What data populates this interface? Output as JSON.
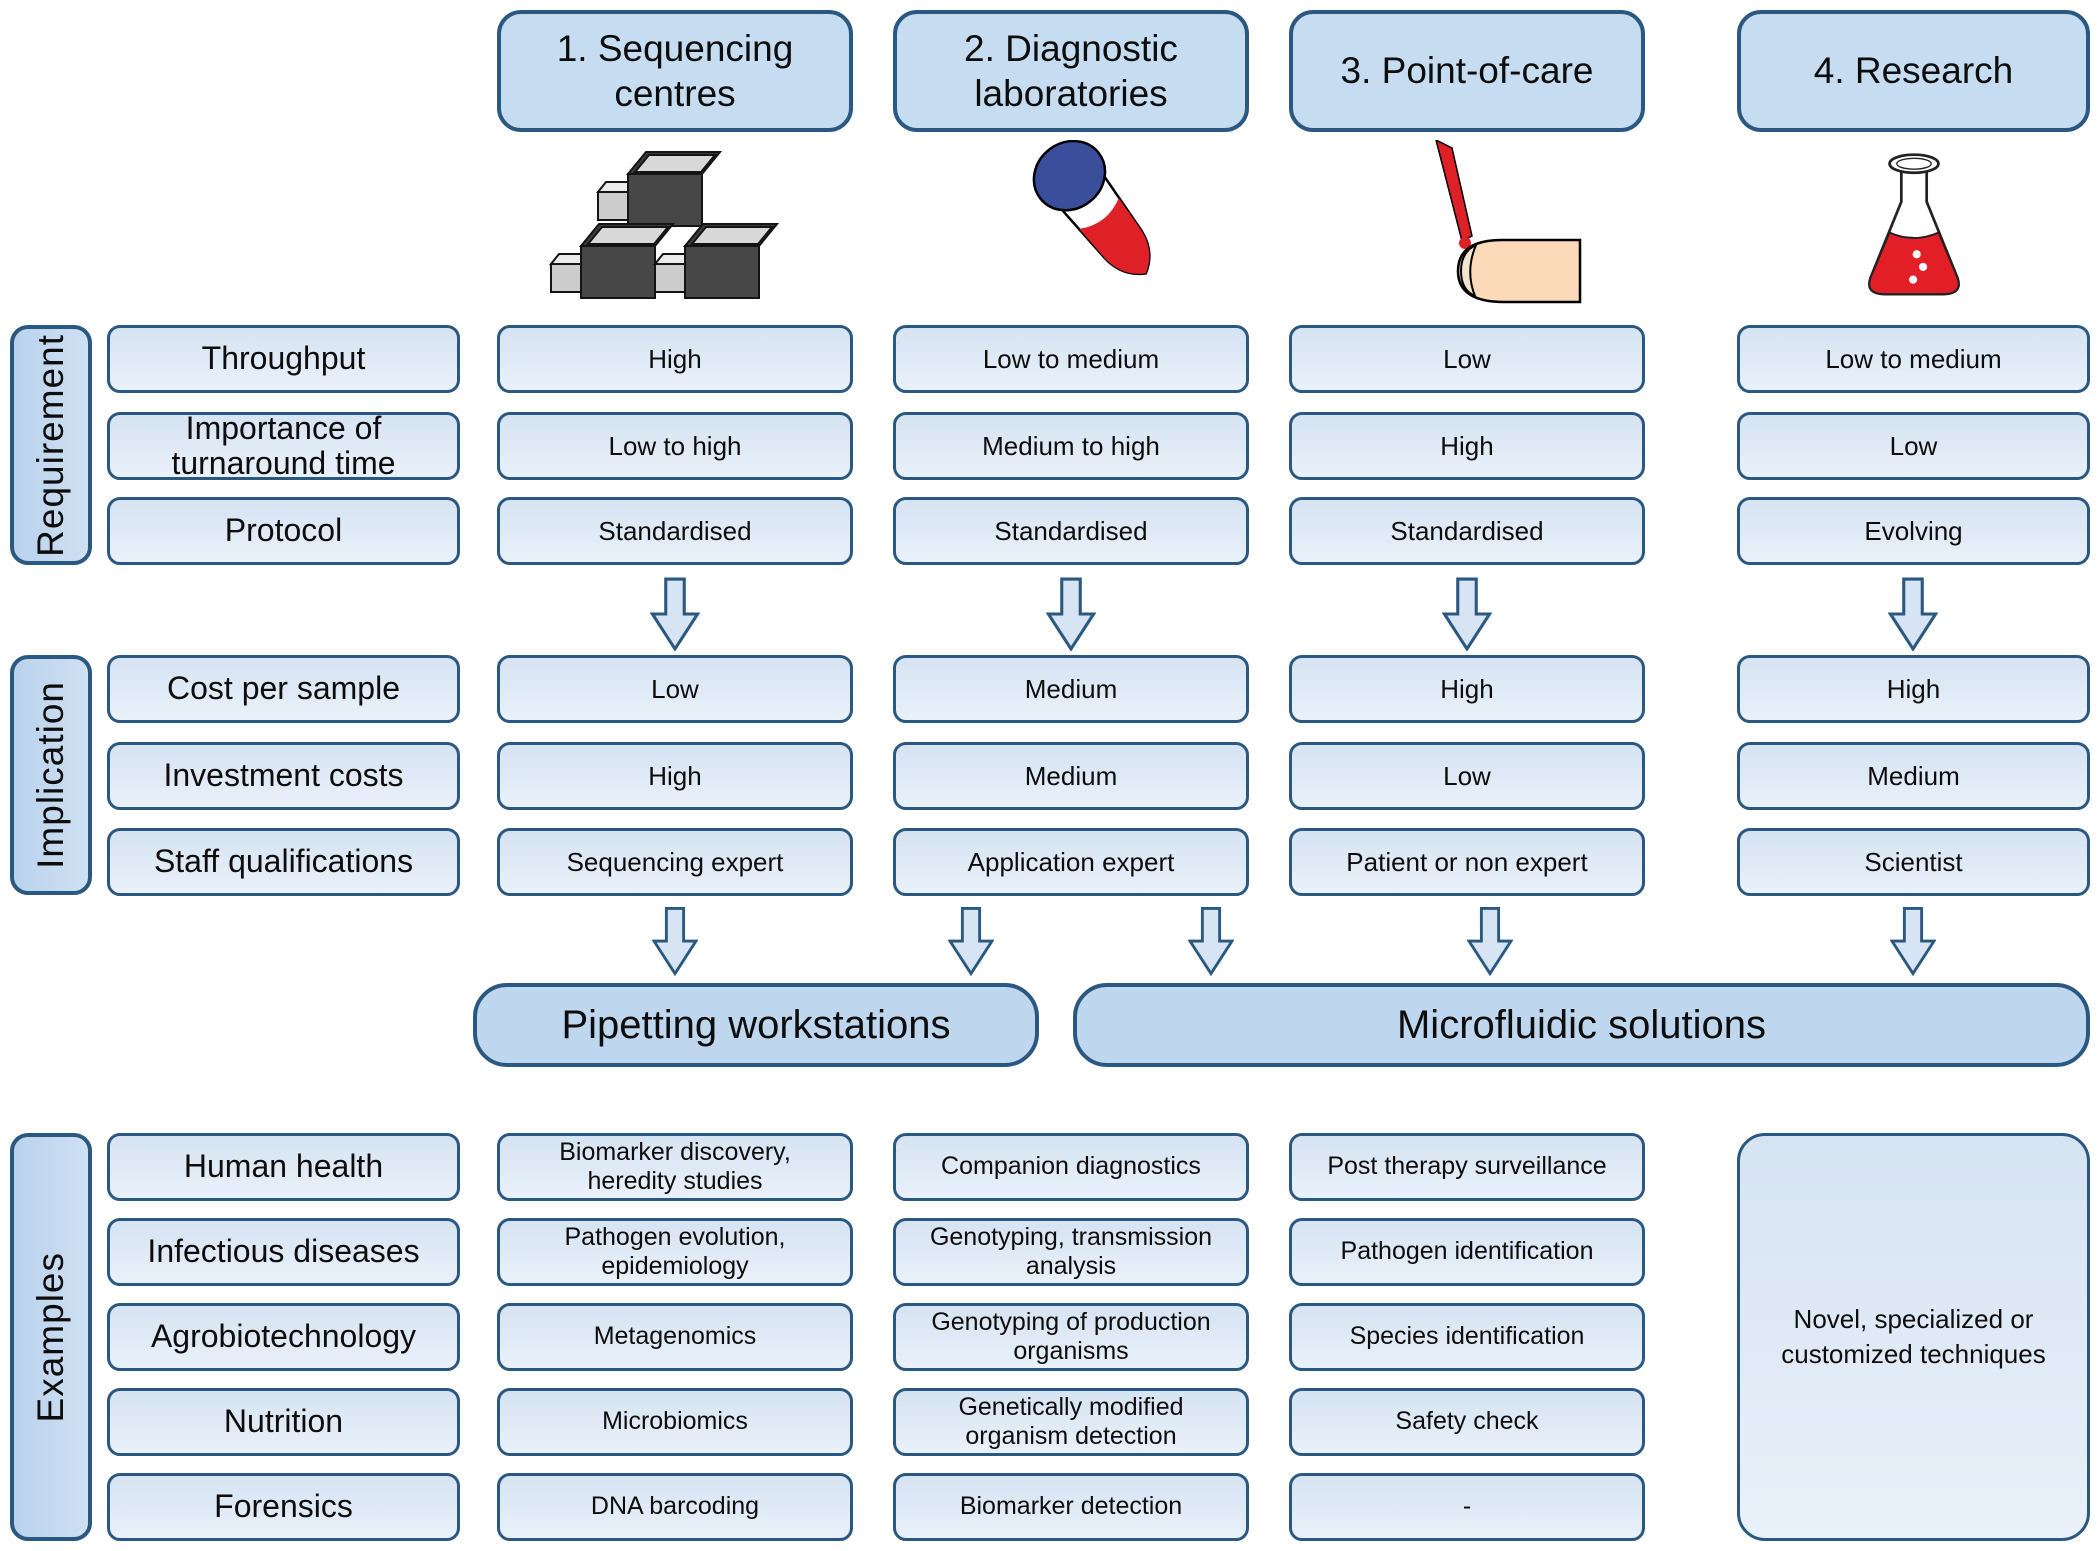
{
  "figure": {
    "description": "Comparison of four sequencing application settings with requirements, implications, liquid-handling solutions and examples"
  },
  "sections": {
    "requirement": {
      "label": "Requirement",
      "rows": [
        "Throughput",
        "Importance of turnaround time",
        "Protocol"
      ]
    },
    "implication": {
      "label": "Implication",
      "rows": [
        "Cost per sample",
        "Investment costs",
        "Staff qualifications"
      ]
    },
    "examples": {
      "label": "Examples",
      "rows": [
        "Human health",
        "Infectious diseases",
        "Agrobiotechnology",
        "Nutrition",
        "Forensics"
      ]
    }
  },
  "columns": [
    {
      "title": "1. Sequencing centres",
      "icon": "sequencing-machines-icon",
      "requirement": [
        "High",
        "Low to high",
        "Standardised"
      ],
      "implication": [
        "Low",
        "High",
        "Sequencing expert"
      ],
      "examples": [
        "Biomarker discovery, heredity studies",
        "Pathogen evolution, epidemiology",
        "Metagenomics",
        "Microbiomics",
        "DNA barcoding"
      ]
    },
    {
      "title": "2. Diagnostic laboratories",
      "icon": "sample-tube-icon",
      "requirement": [
        "Low to medium",
        "Medium to high",
        "Standardised"
      ],
      "implication": [
        "Medium",
        "Medium",
        "Application expert"
      ],
      "examples": [
        "Companion diagnostics",
        "Genotyping, transmission analysis",
        "Genotyping of production organisms",
        "Genetically modified organism detection",
        "Biomarker detection"
      ]
    },
    {
      "title": "3. Point-of-care",
      "icon": "finger-prick-icon",
      "requirement": [
        "Low",
        "High",
        "Standardised"
      ],
      "implication": [
        "High",
        "Low",
        "Patient or non expert"
      ],
      "examples": [
        "Post therapy surveillance",
        "Pathogen identification",
        "Species identification",
        "Safety check",
        "-"
      ]
    },
    {
      "title": "4. Research",
      "icon": "erlenmeyer-flask-icon",
      "requirement": [
        "Low to medium",
        "Low",
        "Evolving"
      ],
      "implication": [
        "High",
        "Medium",
        "Scientist"
      ],
      "examples_merged": "Novel, specialized or customized techniques"
    }
  ],
  "solutions": [
    {
      "label": "Pipetting workstations"
    },
    {
      "label": "Microfluidic solutions"
    }
  ],
  "colors": {
    "border": "#2b5880",
    "box_fill_light": "#dce9f6",
    "box_fill_medium": "#c6dcf0",
    "bar_fill": "#bed6ee",
    "arrow_fill": "#d6e4f3",
    "red": "#dd2127",
    "tube_cap_blue": "#3b4e9b",
    "skin": "#fcd9b8",
    "machine_gray": "#474747",
    "text": "#0d0d0d"
  }
}
